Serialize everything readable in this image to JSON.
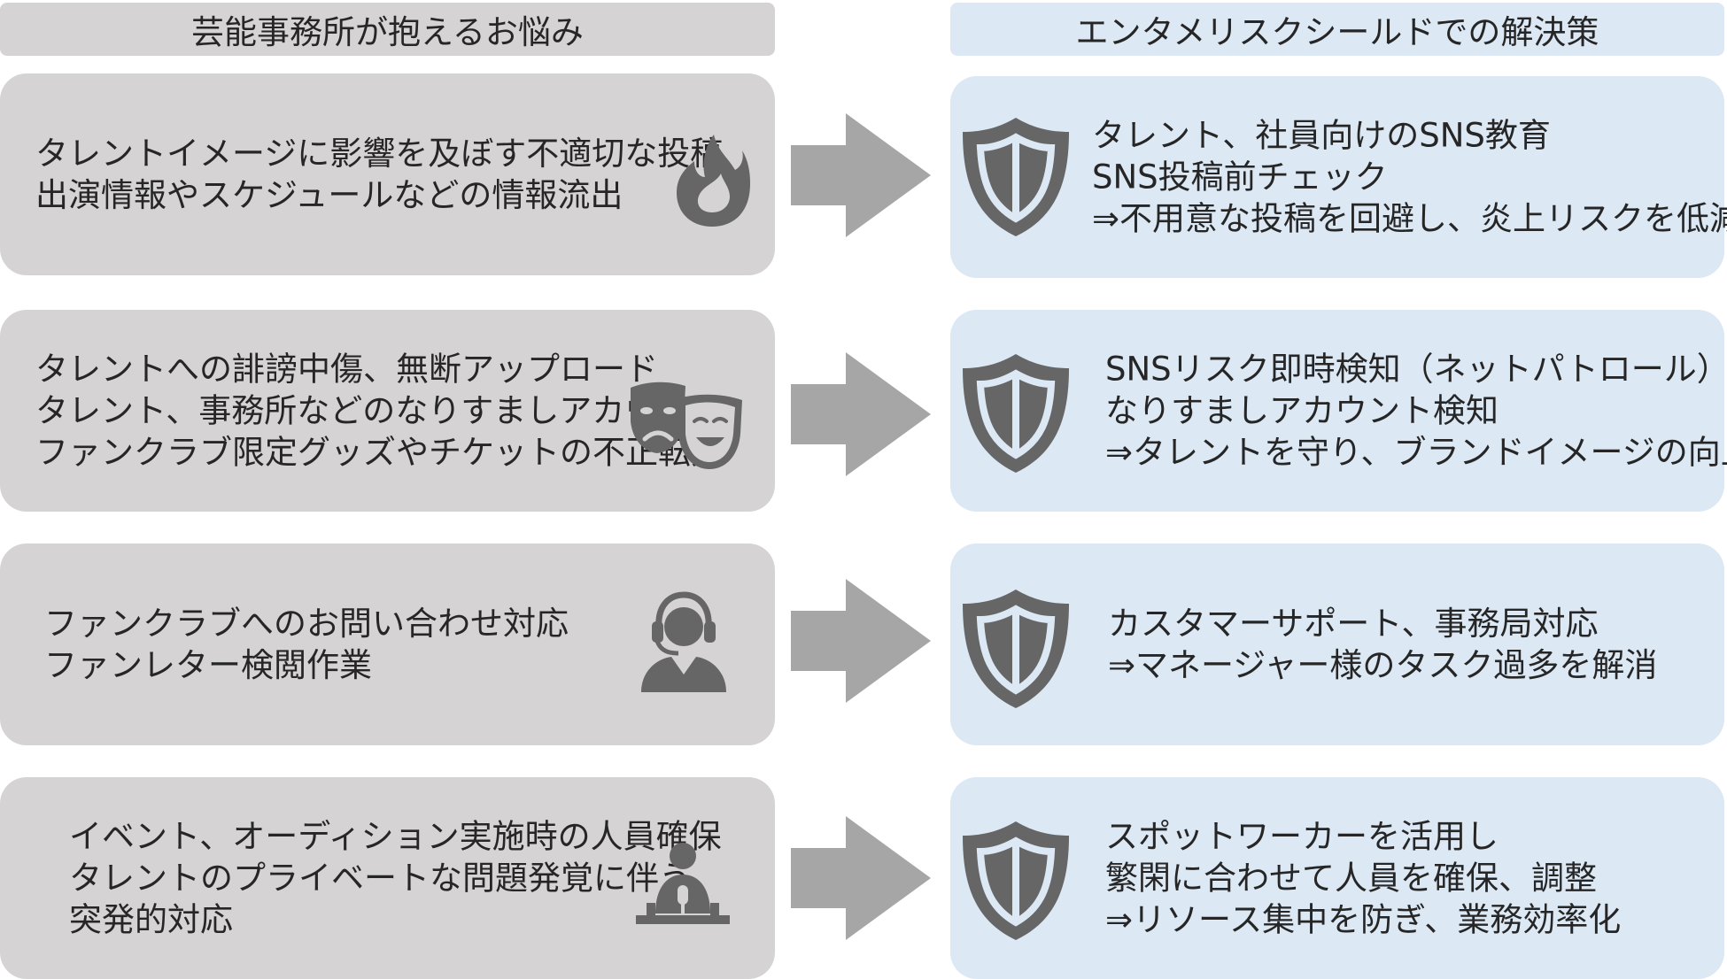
{
  "headers": {
    "left": "芸能事務所が抱えるお悩み",
    "right": "エンタメリスクシールドでの解決策"
  },
  "rows": [
    {
      "problem_icon": "flame-icon",
      "problem_lines": [
        "タレントイメージに影響を及ぼす不適切な投稿",
        "出演情報やスケジュールなどの情報流出"
      ],
      "solution_icon": "shield-icon",
      "solution_lines": [
        "タレント、社員向けのSNS教育",
        "SNS投稿前チェック",
        "⇒不用意な投稿を回避し、炎上リスクを低減"
      ]
    },
    {
      "problem_icon": "theater-masks-icon",
      "problem_lines": [
        "タレントへの誹謗中傷、無断アップロード",
        "タレント、事務所などのなりすましアカウント",
        "ファンクラブ限定グッズやチケットの不正転売"
      ],
      "solution_icon": "shield-icon",
      "solution_lines": [
        "SNSリスク即時検知（ネットパトロール）",
        "なりすましアカウント検知",
        "⇒タレントを守り、ブランドイメージの向上"
      ]
    },
    {
      "problem_icon": "headset-operator-icon",
      "problem_lines": [
        "ファンクラブへのお問い合わせ対応",
        "ファンレター検閲作業"
      ],
      "solution_icon": "shield-icon",
      "solution_lines": [
        "カスタマーサポート、事務局対応",
        "⇒マネージャー様のタスク過多を解消"
      ]
    },
    {
      "problem_icon": "speaker-podium-icon",
      "problem_lines": [
        "イベント、オーディション実施時の人員確保",
        "タレントのプライベートな問題発覚に伴う",
        "突発的対応"
      ],
      "solution_icon": "shield-icon",
      "solution_lines": [
        "スポットワーカーを活用し",
        "繁閑に合わせて人員を確保、調整",
        "⇒リソース集中を防ぎ、業務効率化"
      ]
    }
  ],
  "colors": {
    "problem_bg": "#d5d3d3",
    "solution_bg": "#dce8f4",
    "icon_gray": "#666666",
    "arrow_gray": "#a6a6a6"
  }
}
